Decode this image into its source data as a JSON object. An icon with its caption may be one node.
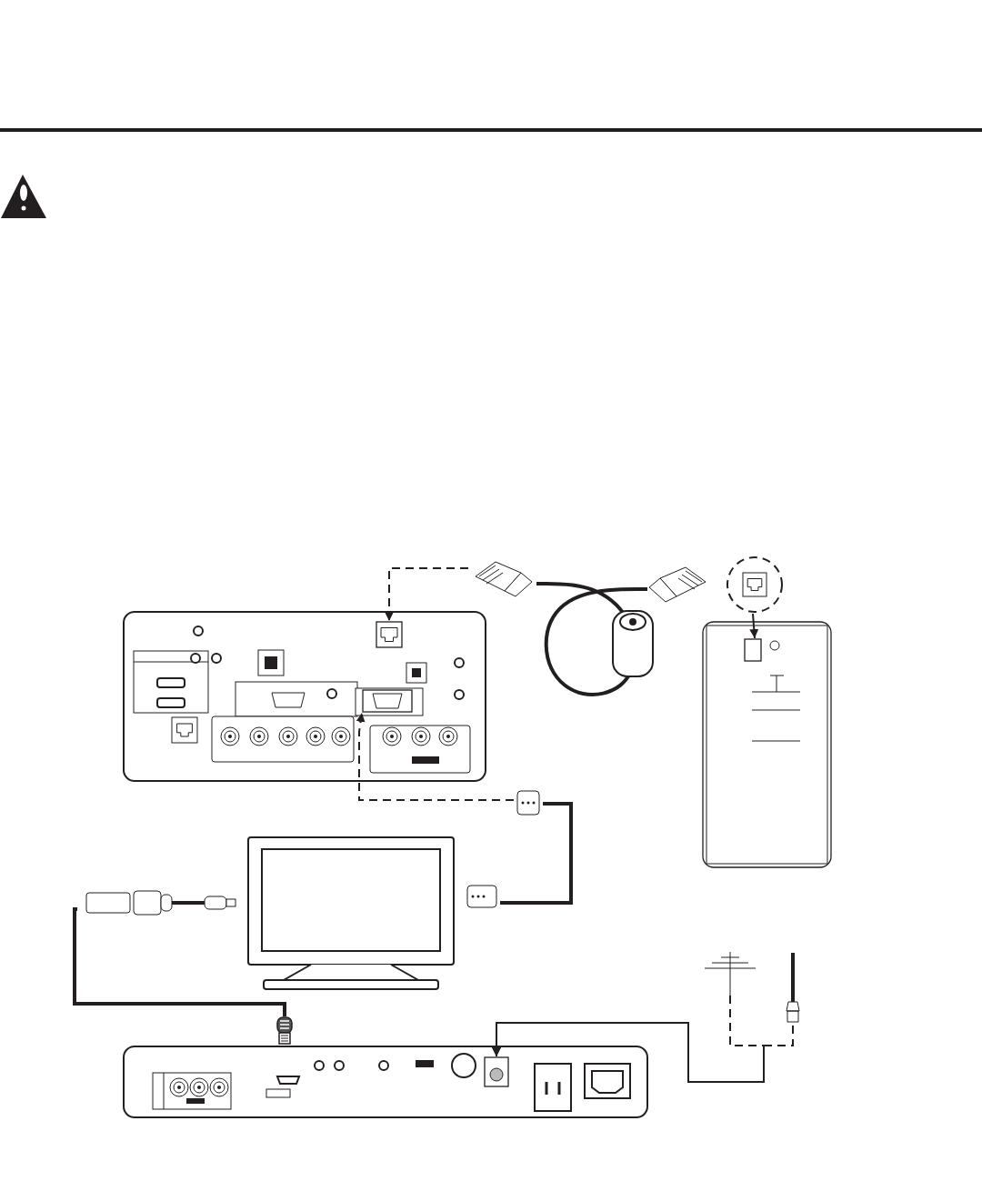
{
  "diagram": {
    "nodes": [
      {
        "text": [],
        "shape": "box"
      },
      {
        "text": [],
        "shape": "box",
        "in": 0
      },
      {
        "text": [],
        "shape": "box",
        "in": 0
      },
      {
        "text": [],
        "shape": "picture"
      },
      {
        "text": [],
        "shape": "picture"
      },
      {
        "text": [],
        "shape": "circle"
      },
      {
        "text": [],
        "shape": "box"
      },
      {
        "text": [],
        "shape": "box",
        "in": 6
      },
      {
        "text": [],
        "shape": "picture"
      },
      {
        "text": [],
        "shape": "picture"
      },
      {
        "text": [],
        "shape": "picture"
      },
      {
        "text": [],
        "shape": "picture"
      },
      {
        "text": [],
        "shape": "picture"
      },
      {
        "text": [],
        "shape": "box"
      },
      {
        "text": [],
        "shape": "box",
        "in": 13
      },
      {
        "text": [],
        "shape": "picture"
      },
      {
        "text": [],
        "shape": "picture"
      }
    ],
    "edges": [
      {
        "from": 3,
        "to": 1,
        "arrow": "to",
        "style": "dashed"
      },
      {
        "from": 3,
        "to": 4,
        "arrow": "none",
        "style": "thick"
      },
      {
        "from": 5,
        "to": 7,
        "arrow": "to"
      },
      {
        "from": 8,
        "to": 2,
        "arrow": "to",
        "style": "dashed"
      },
      {
        "from": 8,
        "to": 10,
        "arrow": "none",
        "style": "thick"
      },
      {
        "from": 11,
        "to": 12,
        "arrow": "none",
        "style": "thick"
      },
      {
        "from": 15,
        "to": 14,
        "arrow": "to",
        "style": "dashed"
      },
      {
        "from": 16,
        "to": 14,
        "arrow": "to",
        "style": "dashed"
      }
    ]
  }
}
